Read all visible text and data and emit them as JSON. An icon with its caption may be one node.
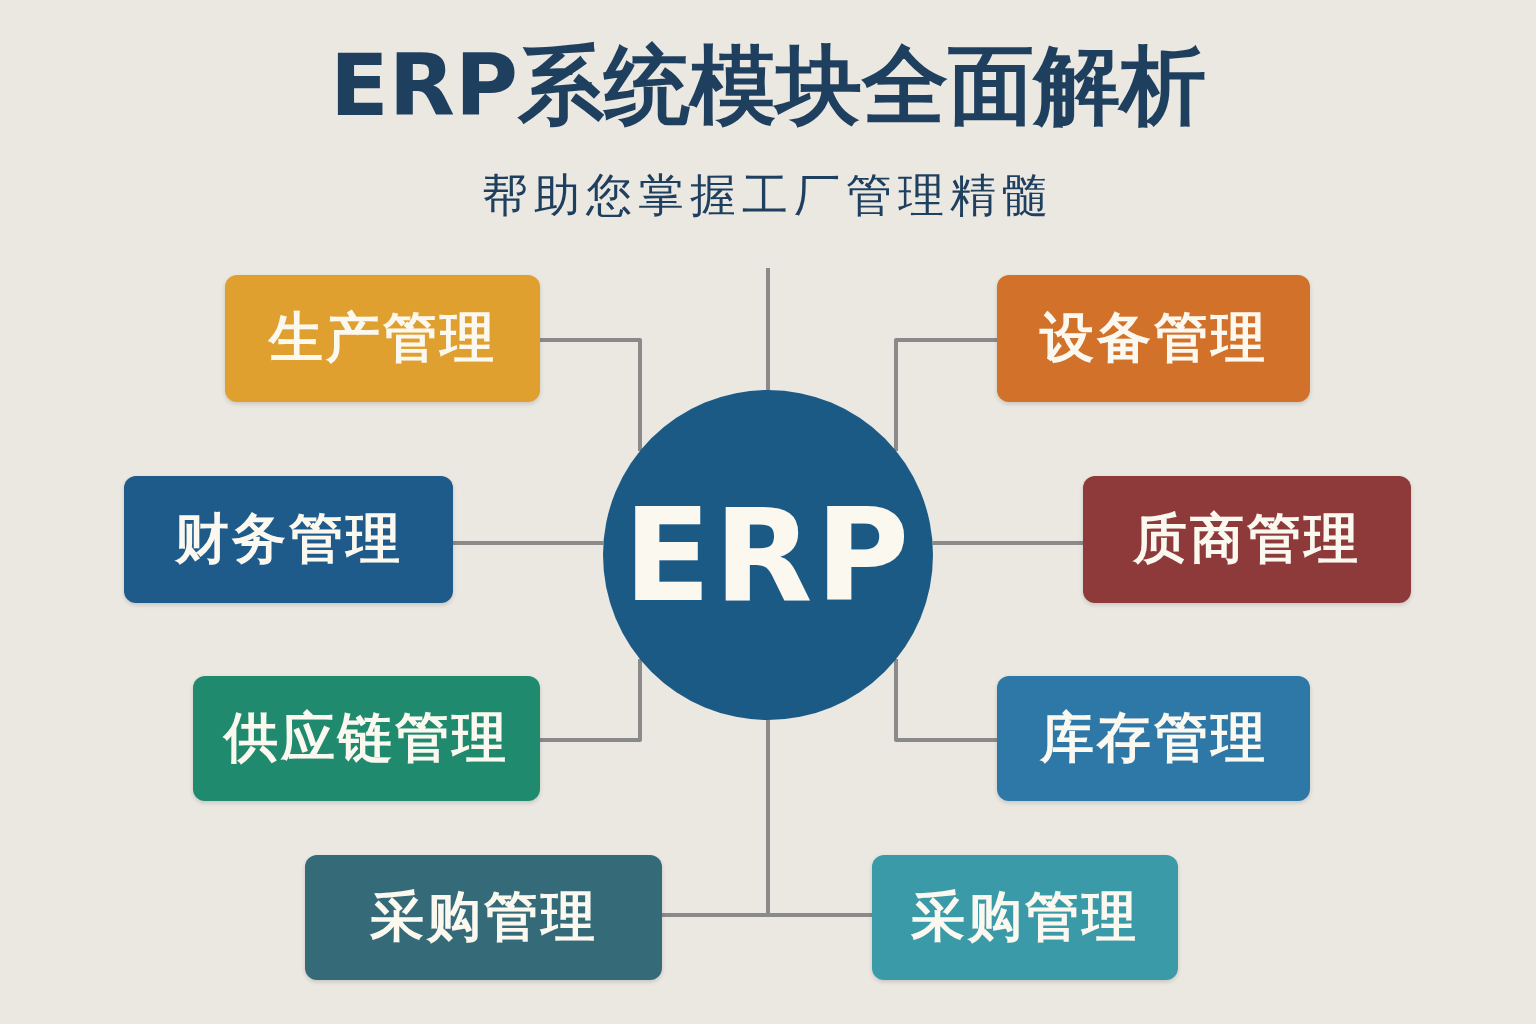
{
  "diagram": {
    "title": "ERP系统模块全面解析",
    "caption": "帮助您掌握工厂管理精髓",
    "nodes": [
      {
        "text": [
          "ERP"
        ]
      },
      {
        "text": [
          "生产管理"
        ]
      },
      {
        "text": [
          "设备管理"
        ]
      },
      {
        "text": [
          "财务管理"
        ]
      },
      {
        "text": [
          "质商管理"
        ]
      },
      {
        "text": [
          "供应链管理"
        ]
      },
      {
        "text": [
          "库存管理"
        ]
      },
      {
        "text": [
          "采购管理"
        ]
      },
      {
        "text": [
          "采购管理"
        ]
      }
    ],
    "edges": [
      {
        "from": 0,
        "to": null,
        "arrow": "none"
      },
      {
        "from": 0,
        "to": 1,
        "arrow": "none"
      },
      {
        "from": 0,
        "to": 2,
        "arrow": "none"
      },
      {
        "from": 0,
        "to": 3,
        "arrow": "none"
      },
      {
        "from": 0,
        "to": 4,
        "arrow": "none"
      },
      {
        "from": 0,
        "to": 5,
        "arrow": "none"
      },
      {
        "from": 0,
        "to": 6,
        "arrow": "none"
      },
      {
        "from": 0,
        "to": 7,
        "arrow": "none"
      },
      {
        "from": 0,
        "to": 8,
        "arrow": "none"
      }
    ]
  }
}
